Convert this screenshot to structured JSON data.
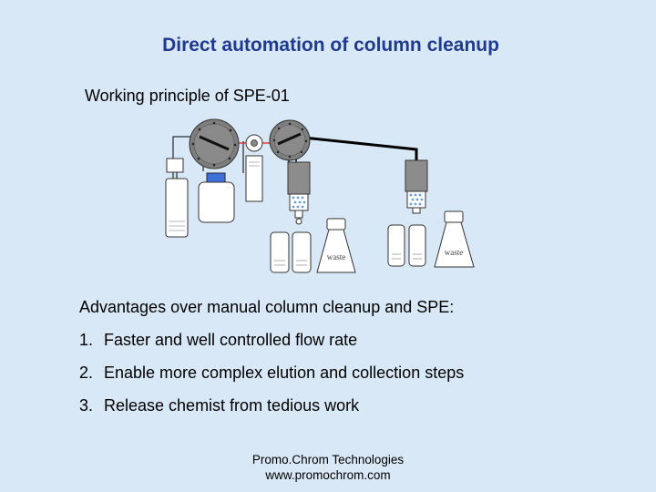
{
  "slide": {
    "title": "Direct automation of  column cleanup",
    "subtitle": "Working principle of SPE-01",
    "diagram": {
      "waste_label_1": "waste",
      "waste_label_2": "waste"
    },
    "advantages_heading": "Advantages over manual column cleanup and SPE:",
    "advantages": [
      {
        "number": "1.",
        "text": "Faster and well controlled flow rate"
      },
      {
        "number": "2.",
        "text": "Enable more complex elution and collection steps"
      },
      {
        "number": "3.",
        "text": "Release chemist from tedious work"
      }
    ],
    "footer": {
      "company": "Promo.Chrom Technologies",
      "website": "www.promochrom.com"
    }
  }
}
